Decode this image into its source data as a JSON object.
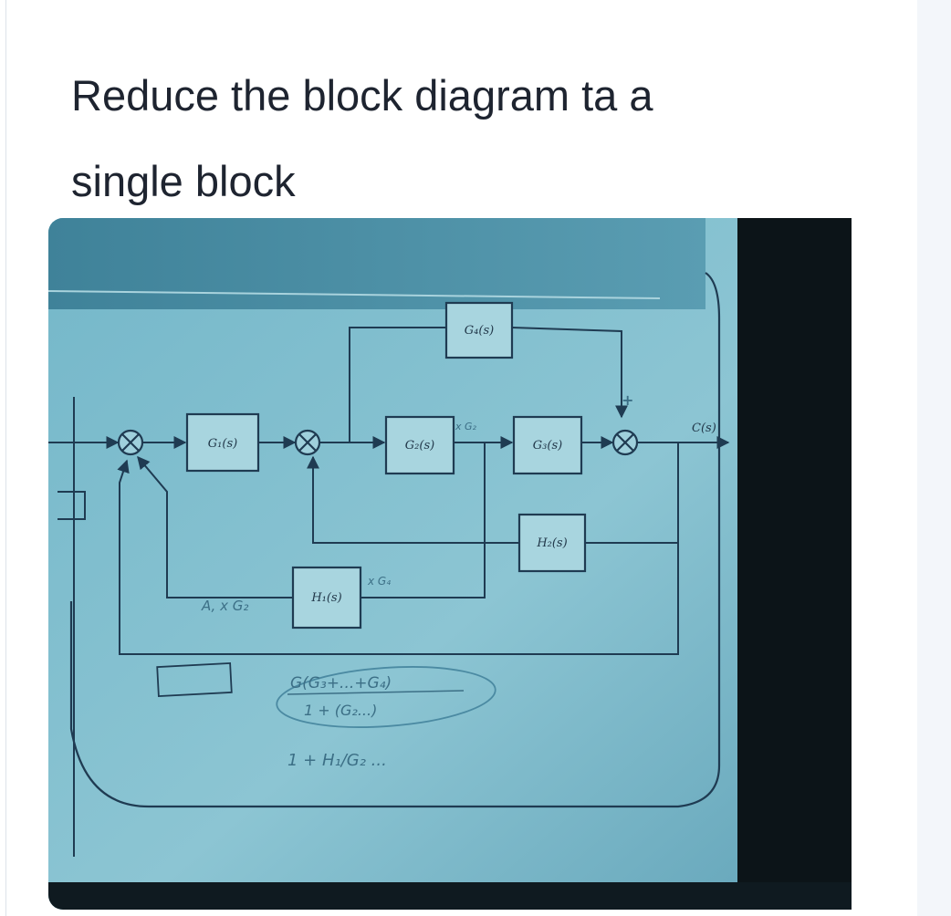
{
  "question": {
    "line1": "Reduce the block diagram ta a",
    "line2": "single block"
  },
  "diagram": {
    "blocks": {
      "g1": "G₁(s)",
      "g2": "G₂(s)",
      "g3": "G₃(s)",
      "g4": "G₄(s)",
      "h1": "H₁(s)",
      "h2": "H₂(s)"
    },
    "output_label": "C(s)",
    "sign_plus": "+",
    "handwritten": {
      "note_a": "A, x G₂",
      "note_b": "x G₄",
      "note_c": "x G₂",
      "formula_num": "G(G₃+...+G₄)",
      "formula_den": "1 + (G₂...)",
      "formula_bottom": "1 + H₁/G₂ ..."
    }
  },
  "colors": {
    "question_text": "#1e2430",
    "screen_blue": "#6fb0c2",
    "screen_dark": "#0c1418",
    "line": "#1f3b52"
  }
}
